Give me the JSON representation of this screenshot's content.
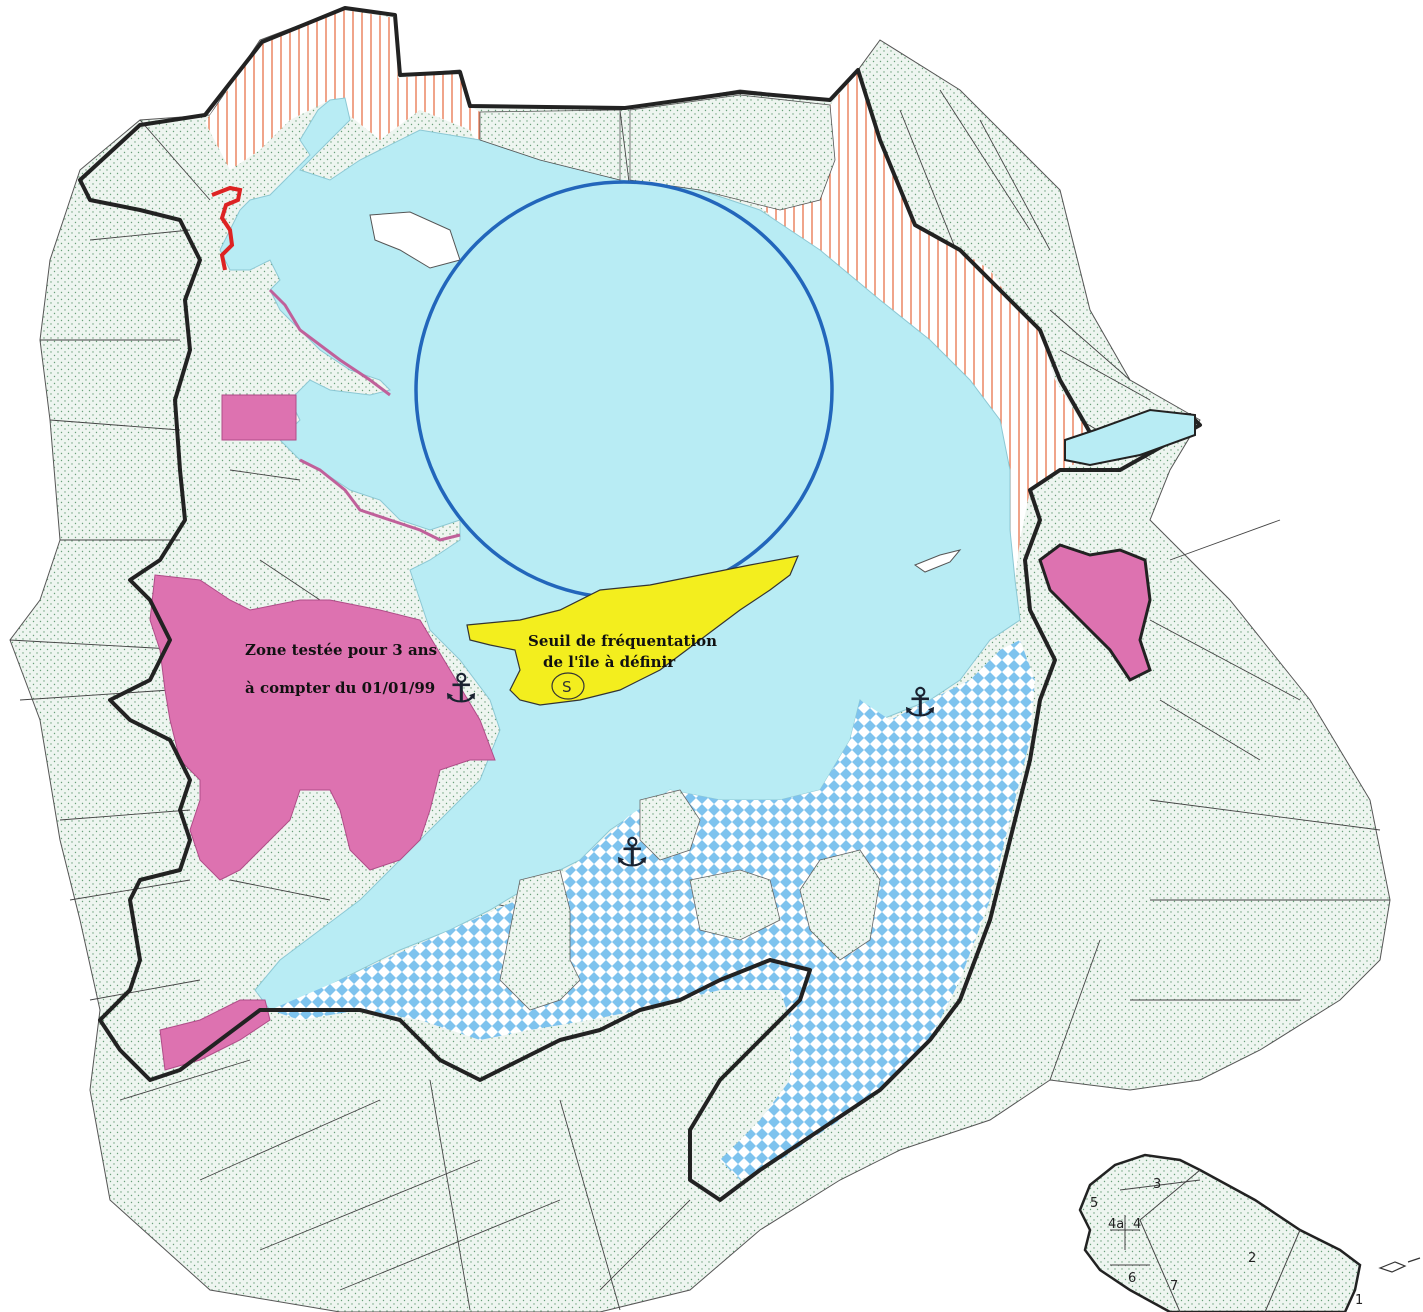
{
  "labels": {
    "zone_line1": "Zone testée pour 3 ans",
    "zone_line2": "à compter du 01/01/99",
    "island_line1": "Seuil de fréquentation",
    "island_line2": "de l'île à définir",
    "island_badge": "S"
  },
  "icons": {
    "anchor": "⚓"
  },
  "inset": {
    "zones": [
      "1",
      "2",
      "3",
      "4",
      "4a",
      "5",
      "6",
      "7"
    ]
  },
  "colors": {
    "water": "#b8ecf4",
    "land_dotted": "#e8f2ec",
    "pink_zone": "#dd72b0",
    "yellow_island": "#f3ee1e",
    "hatch_orange": "#e8724a",
    "blue_circle": "#2266bb",
    "checker_blue": "#7ec3ee",
    "boundary": "#222222",
    "red_line": "#dd2222"
  }
}
